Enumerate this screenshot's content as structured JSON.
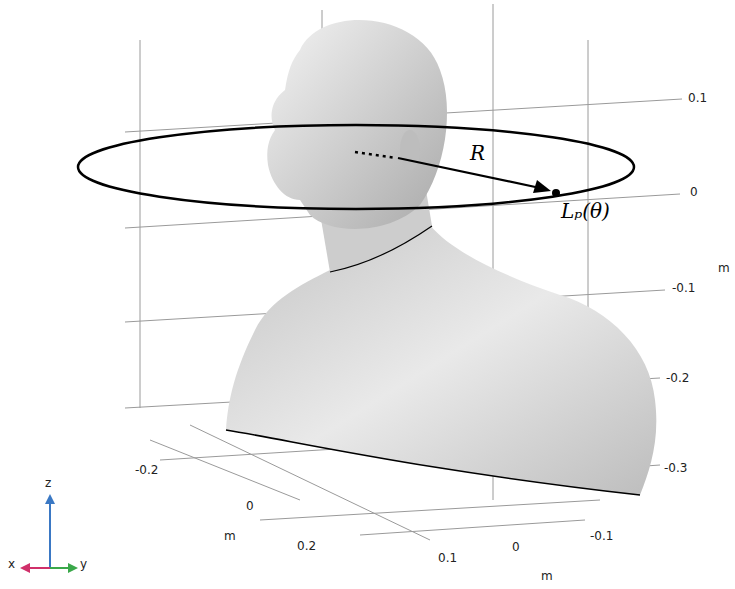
{
  "diagram": {
    "labels": [
      "0.1",
      "0",
      "-0.1",
      "m",
      "-0.2",
      "-0.3",
      "-0.2",
      "0",
      "m",
      "0.2",
      "0.1",
      "0",
      "-0.1",
      "m",
      "R",
      "Lₚ(θ)",
      "z",
      "x",
      "y"
    ]
  }
}
